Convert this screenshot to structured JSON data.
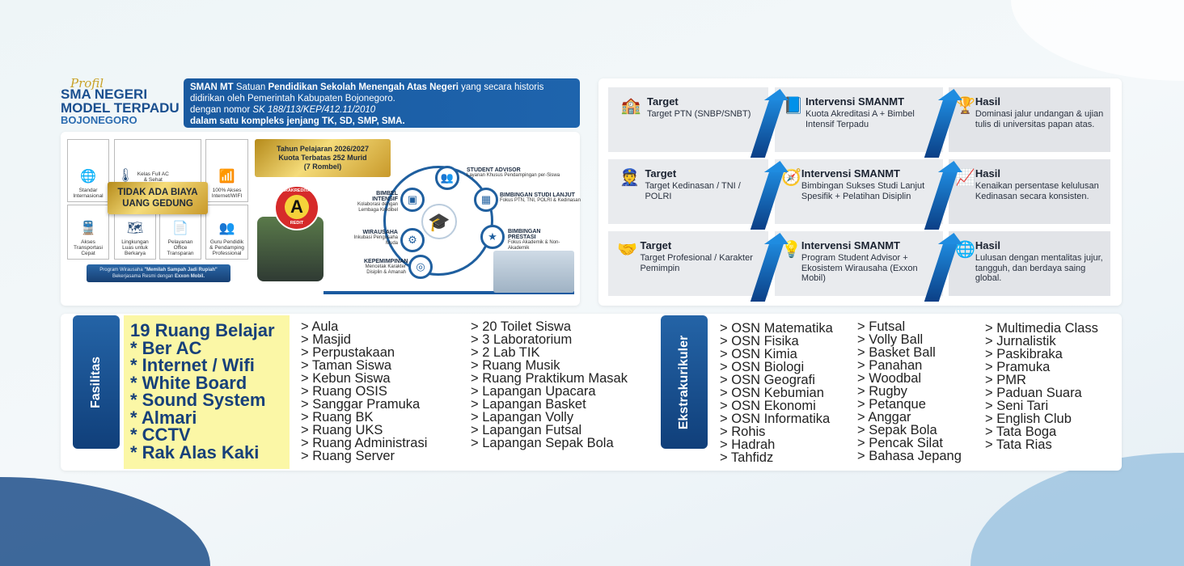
{
  "header": {
    "profil": "Profil",
    "line1": "SMA NEGERI",
    "line2": "MODEL TERPADU",
    "line3": "BOJONEGORO"
  },
  "intro": {
    "p1a": "SMAN MT",
    "p1b": " Satuan ",
    "p1c": "Pendidikan Sekolah Menengah Atas Negeri",
    "p1d": " yang secara historis",
    "p2": "didirikan oleh Pemerintah Kabupaten Bojonegoro.",
    "p3a": "dengan nomor ",
    "p3b": "SK 188/113/KEP/412.11/2010",
    "p4": "dalam satu kompleks jenjang TK, SD, SMP, SMA."
  },
  "features": [
    {
      "icon": "globe-icon",
      "label": "Standar Internasional"
    },
    {
      "icon": "thermometer-icon",
      "label": "Kelas Full AC & Sehat"
    },
    {
      "icon": "wifi-icon",
      "label": "100% Akses Internet/WIFI"
    },
    {
      "icon": "train-icon",
      "label": "Akses Transportasi Cepat"
    },
    {
      "icon": "blueprint-icon",
      "label": "Lingkungan Luas untuk Berkarya"
    },
    {
      "icon": "document-icon",
      "label": "Pelayanan Office Transparan"
    },
    {
      "icon": "teacher-icon",
      "label": "Guru Pendidik & Pendamping Professional"
    }
  ],
  "no_fee": {
    "l1": "TIDAK ADA BIAYA",
    "l2": "UANG GEDUNG"
  },
  "program": {
    "a": "Program Wirausaha ",
    "b": "\"Memilah Sampah Jadi Rupiah\"",
    "c": "Bekerjasama Resmi dengan ",
    "d": "Exxon Mobil."
  },
  "quota": {
    "l1": "Tahun Pelajaran 2026/2027",
    "l2": "Kuota Terbatas 252 Murid",
    "l3": "(7 Rombel)"
  },
  "badge": {
    "top": "TERAKREDITASI",
    "grade": "A",
    "bottom": "REDIT"
  },
  "services": [
    {
      "title": "STUDENT ADVISOR",
      "desc": "Layanan Khusus Pendampingan per-Siswa"
    },
    {
      "title": "BIMBEL INTENSIF",
      "desc": "Kolaborasi dengan Lembaga Kredibel"
    },
    {
      "title": "BIMBINGAN STUDI LANJUT",
      "desc": "Fokus PTN, TNI, POLRI & Kedinasan"
    },
    {
      "title": "WIRAUSAHA",
      "desc": "Inkubasi Pengusaha Muda"
    },
    {
      "title": "BIMBINGAN PRESTASI",
      "desc": "Fokus Akademik & Non-Akademik"
    },
    {
      "title": "KEPEMIMPINAN",
      "desc": "Mencetak Karakter Disiplin & Amanah"
    }
  ],
  "matrix": [
    {
      "target": {
        "h": "Target",
        "p": "Target PTN (SNBP/SNBT)"
      },
      "intervensi": {
        "h": "Intervensi SMANMT",
        "p": "Kuota Akreditasi A + Bimbel Intensif Terpadu"
      },
      "hasil": {
        "h": "Hasil",
        "p": "Dominasi jalur undangan & ujian tulis di universitas papan atas."
      }
    },
    {
      "target": {
        "h": "Target",
        "p": "Target Kedinasan / TNI / POLRI"
      },
      "intervensi": {
        "h": "Intervensi SMANMT",
        "p": "Bimbingan Sukses Studi Lanjut Spesifik + Pelatihan Disiplin"
      },
      "hasil": {
        "h": "Hasil",
        "p": "Kenaikan persentase kelulusan Kedinasan secara konsisten."
      }
    },
    {
      "target": {
        "h": "Target",
        "p": "Target Profesional / Karakter Pemimpin"
      },
      "intervensi": {
        "h": "Intervensi SMANMT",
        "p": "Program Student Advisor + Ekosistem Wirausaha (Exxon Mobil)"
      },
      "hasil": {
        "h": "Hasil",
        "p": "Lulusan dengan mentalitas jujur, tangguh, dan berdaya saing global."
      }
    }
  ],
  "fasilitas": {
    "tab": "Fasilitas",
    "classroom": [
      "19 Ruang Belajar",
      "* Ber AC",
      "* Internet / Wifi",
      "* White Board",
      "* Sound System",
      "* Almari",
      "* CCTV",
      "* Rak Alas Kaki"
    ],
    "col1": [
      "Aula",
      "Masjid",
      "Perpustakaan",
      "Taman Siswa",
      "Kebun Siswa",
      "Ruang OSIS",
      "Sanggar Pramuka",
      "Ruang BK",
      "Ruang UKS",
      "Ruang Administrasi",
      "Ruang Server"
    ],
    "col2": [
      "20 Toilet Siswa",
      "3 Laboratorium",
      "2 Lab TIK",
      "Ruang Musik",
      "Ruang Praktikum Masak",
      "Lapangan Upacara",
      "Lapangan Basket",
      "Lapangan Volly",
      "Lapangan Futsal",
      "Lapangan Sepak Bola"
    ]
  },
  "ekskul": {
    "tab": "Ekstrakurikuler",
    "col1": [
      "OSN Matematika",
      "OSN Fisika",
      "OSN Kimia",
      "OSN Biologi",
      "OSN Geografi",
      "OSN Kebumian",
      "OSN Ekonomi",
      "OSN Informatika",
      "Rohis",
      "Hadrah",
      "Tahfidz"
    ],
    "col2": [
      "Futsal",
      "Volly Ball",
      "Basket Ball",
      "Panahan",
      "Woodbal",
      "Rugby",
      "Petanque",
      "Anggar",
      "Sepak Bola",
      "Pencak Silat",
      "Bahasa Jepang"
    ],
    "col3": [
      "Multimedia Class",
      "Jurnalistik",
      "Paskibraka",
      "Pramuka",
      "PMR",
      "Paduan Suara",
      "Seni Tari",
      "English Club",
      "Tata Boga",
      "Tata Rias"
    ]
  }
}
